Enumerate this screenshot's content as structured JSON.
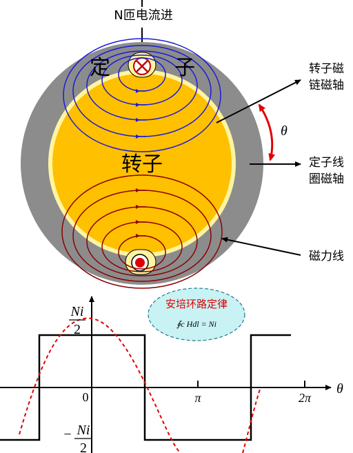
{
  "top_label": "N匝电流进",
  "stator_left": "定",
  "stator_right": "子",
  "rotor_label": "转子",
  "rotor_axis_label": [
    "转子磁",
    "链磁轴"
  ],
  "stator_axis_label": [
    "定子线",
    "圈磁轴"
  ],
  "flux_lines_label": "磁力线",
  "angle_symbol": "θ",
  "ampere_law": {
    "title": "安培环路定律",
    "formula": "∮c Hdl = Ni"
  },
  "graph": {
    "pos_level_num": "Ni",
    "pos_level_den": "2",
    "neg_level_sign": "−",
    "neg_level_num": "Ni",
    "neg_level_den": "2",
    "origin": "0",
    "pi": "π",
    "two_pi": "2π",
    "axis_var": "θ"
  },
  "colors": {
    "stator": "#8c8c8c",
    "rotor": "#ffc000",
    "rotor_rim": "#fff4a0",
    "flux_blue": "#1a1adc",
    "flux_red": "#8b0000",
    "angle_arrow": "#e00000",
    "ellipse_fill": "#c9f2f4",
    "law_title": "#e00000"
  }
}
